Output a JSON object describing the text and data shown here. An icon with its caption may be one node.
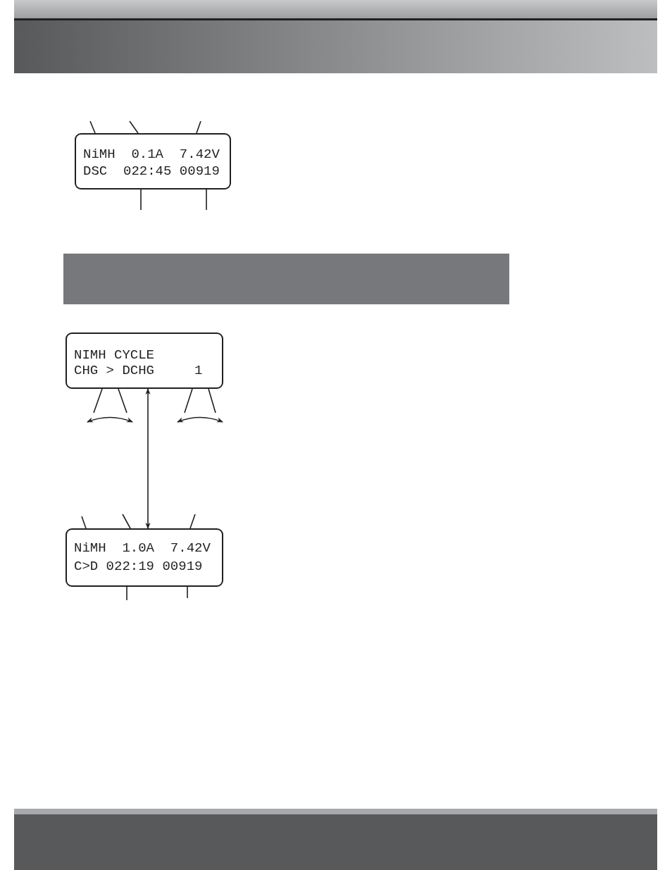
{
  "diagram": {
    "nodes": [
      {
        "text": [
          "NiMH  0.1A  7.42V",
          "DSC  022:45 00919"
        ]
      },
      {
        "text": [],
        "shape": "bar"
      },
      {
        "text": [
          "NIMH CYCLE",
          "CHG > DCHG     1"
        ]
      },
      {
        "text": [],
        "shape": "arc"
      },
      {
        "text": [],
        "shape": "arc"
      },
      {
        "text": [
          "NiMH  1.0A  7.42V",
          "C>D 022:19 00919"
        ]
      }
    ],
    "edges": [
      {
        "from": null,
        "to": 0,
        "arrow": "none"
      },
      {
        "from": null,
        "to": 0,
        "arrow": "none"
      },
      {
        "from": null,
        "to": 0,
        "arrow": "none"
      },
      {
        "from": null,
        "to": 0,
        "arrow": "none"
      },
      {
        "from": null,
        "to": 0,
        "arrow": "none"
      },
      {
        "from": 3,
        "to": 2,
        "arrow": "none"
      },
      {
        "from": 3,
        "to": 2,
        "arrow": "none"
      },
      {
        "from": 4,
        "to": 2,
        "arrow": "none"
      },
      {
        "from": 4,
        "to": 2,
        "arrow": "none"
      },
      {
        "from": 2,
        "to": 5,
        "arrow": "both"
      },
      {
        "from": null,
        "to": 5,
        "arrow": "none"
      },
      {
        "from": null,
        "to": 5,
        "arrow": "none"
      },
      {
        "from": null,
        "to": 5,
        "arrow": "none"
      },
      {
        "from": null,
        "to": 5,
        "arrow": "none"
      },
      {
        "from": null,
        "to": 5,
        "arrow": "none"
      }
    ]
  }
}
